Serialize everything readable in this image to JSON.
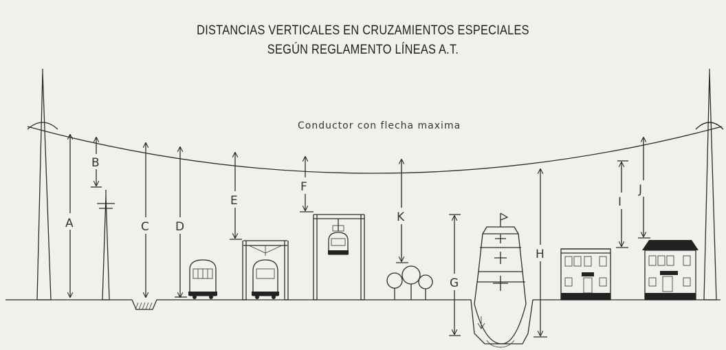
{
  "title": {
    "line1": "DISTANCIAS VERTICALES EN CRUZAMIENTOS ESPECIALES",
    "line2": "SEGÚN REGLAMENTO LÍNEAS A.T."
  },
  "conductor_label": "Conductor con flecha maxima",
  "dimensions": {
    "A": "A",
    "B": "B",
    "C": "C",
    "D": "D",
    "E": "E",
    "F": "F",
    "G": "G",
    "H": "H",
    "I": "I",
    "J": "J",
    "K": "K"
  },
  "objects": [
    "tower-left",
    "small-pole",
    "ditch",
    "train-car",
    "catenary-tram",
    "cable-car",
    "trees",
    "ship",
    "building",
    "house",
    "tower-right"
  ]
}
